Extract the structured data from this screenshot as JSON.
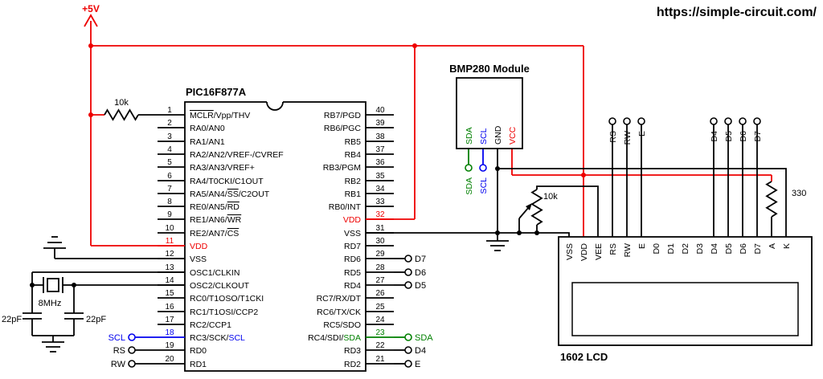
{
  "site_url": "https://simple-circuit.com/",
  "colors": {
    "black": "#000000",
    "red": "#ee0000",
    "green": "#008000",
    "blue": "#0000ee"
  },
  "labels": {
    "supply": "+5V",
    "mclr_resistor": "10k",
    "contrast_pot": "10k",
    "backlight_resistor": "330",
    "crystal": "8MHz",
    "cap_left": "22pF",
    "cap_right": "22pF"
  },
  "mcu": {
    "title": "PIC16F877A",
    "left_pins": [
      {
        "n": "1",
        "segs": [
          {
            "t": "MCLR",
            "o": true
          },
          {
            "t": "/Vpp/THV"
          }
        ]
      },
      {
        "n": "2",
        "segs": [
          {
            "t": "RA0/AN0"
          }
        ]
      },
      {
        "n": "3",
        "segs": [
          {
            "t": "RA1/AN1"
          }
        ]
      },
      {
        "n": "4",
        "segs": [
          {
            "t": "RA2/AN2/VREF-/CVREF"
          }
        ]
      },
      {
        "n": "5",
        "segs": [
          {
            "t": "RA3/AN3/VREF+"
          }
        ]
      },
      {
        "n": "6",
        "segs": [
          {
            "t": "RA4/T0CKI/C1OUT"
          }
        ]
      },
      {
        "n": "7",
        "segs": [
          {
            "t": "RA5/AN4/"
          },
          {
            "t": "SS",
            "o": true
          },
          {
            "t": "/C2OUT"
          }
        ]
      },
      {
        "n": "8",
        "segs": [
          {
            "t": "RE0/AN5/"
          },
          {
            "t": "RD",
            "o": true
          }
        ]
      },
      {
        "n": "9",
        "segs": [
          {
            "t": "RE1/AN6/"
          },
          {
            "t": "WR",
            "o": true
          }
        ]
      },
      {
        "n": "10",
        "segs": [
          {
            "t": "RE2/AN7/"
          },
          {
            "t": "CS",
            "o": true
          }
        ]
      },
      {
        "n": "11",
        "nc": "red",
        "wc": "red",
        "segs": [
          {
            "t": "VDD",
            "c": "red"
          }
        ]
      },
      {
        "n": "12",
        "segs": [
          {
            "t": "VSS"
          }
        ]
      },
      {
        "n": "13",
        "segs": [
          {
            "t": "OSC1/CLKIN"
          }
        ]
      },
      {
        "n": "14",
        "segs": [
          {
            "t": "OSC2/CLKOUT"
          }
        ]
      },
      {
        "n": "15",
        "segs": [
          {
            "t": "RC0/T1OSO/T1CKI"
          }
        ]
      },
      {
        "n": "16",
        "segs": [
          {
            "t": "RC1/T1OSI/CCP2"
          }
        ]
      },
      {
        "n": "17",
        "segs": [
          {
            "t": "RC2/CCP1"
          }
        ]
      },
      {
        "n": "18",
        "nc": "blue",
        "wc": "blue",
        "segs": [
          {
            "t": "RC3/SCK/"
          },
          {
            "t": "SCL",
            "c": "blue"
          }
        ]
      },
      {
        "n": "19",
        "segs": [
          {
            "t": "RD0"
          }
        ]
      },
      {
        "n": "20",
        "segs": [
          {
            "t": "RD1"
          }
        ]
      }
    ],
    "right_pins": [
      {
        "n": "40",
        "segs": [
          {
            "t": "RB7/PGD"
          }
        ]
      },
      {
        "n": "39",
        "segs": [
          {
            "t": "RB6/PGC"
          }
        ]
      },
      {
        "n": "38",
        "segs": [
          {
            "t": "RB5"
          }
        ]
      },
      {
        "n": "37",
        "segs": [
          {
            "t": "RB4"
          }
        ]
      },
      {
        "n": "36",
        "segs": [
          {
            "t": "RB3/PGM"
          }
        ]
      },
      {
        "n": "35",
        "segs": [
          {
            "t": "RB2"
          }
        ]
      },
      {
        "n": "34",
        "segs": [
          {
            "t": "RB1"
          }
        ]
      },
      {
        "n": "33",
        "segs": [
          {
            "t": "RB0/INT"
          }
        ]
      },
      {
        "n": "32",
        "nc": "red",
        "wc": "red",
        "segs": [
          {
            "t": "VDD",
            "c": "red"
          }
        ]
      },
      {
        "n": "31",
        "segs": [
          {
            "t": "VSS"
          }
        ]
      },
      {
        "n": "30",
        "segs": [
          {
            "t": "RD7"
          }
        ]
      },
      {
        "n": "29",
        "segs": [
          {
            "t": "RD6"
          }
        ]
      },
      {
        "n": "28",
        "segs": [
          {
            "t": "RD5"
          }
        ]
      },
      {
        "n": "27",
        "segs": [
          {
            "t": "RD4"
          }
        ]
      },
      {
        "n": "26",
        "segs": [
          {
            "t": "RC7/RX/DT"
          }
        ]
      },
      {
        "n": "25",
        "segs": [
          {
            "t": "RC6/TX/CK"
          }
        ]
      },
      {
        "n": "24",
        "segs": [
          {
            "t": "RC5/SDO"
          }
        ]
      },
      {
        "n": "23",
        "nc": "green",
        "wc": "green",
        "segs": [
          {
            "t": "RC4/SDI/"
          },
          {
            "t": "SDA",
            "c": "green"
          }
        ]
      },
      {
        "n": "22",
        "segs": [
          {
            "t": "RD3"
          }
        ]
      },
      {
        "n": "21",
        "segs": [
          {
            "t": "RD2"
          }
        ]
      }
    ]
  },
  "nets": {
    "left": [
      {
        "label": "SCL",
        "c": "blue",
        "pin": 18
      },
      {
        "label": "RS",
        "pin": 19
      },
      {
        "label": "RW",
        "pin": 20
      }
    ],
    "right": [
      {
        "label": "D7",
        "pin": 29
      },
      {
        "label": "D6",
        "pin": 28
      },
      {
        "label": "D5",
        "pin": 27
      },
      {
        "label": "SDA",
        "c": "green",
        "pin": 23
      },
      {
        "label": "D4",
        "pin": 22
      },
      {
        "label": "E",
        "pin": 21
      }
    ]
  },
  "bmp": {
    "title": "BMP280 Module",
    "pins": [
      {
        "label": "SDA",
        "c": "green"
      },
      {
        "label": "SCL",
        "c": "blue"
      },
      {
        "label": "GND",
        "c": "black"
      },
      {
        "label": "VCC",
        "c": "red"
      }
    ],
    "breakout": [
      {
        "label": "SDA",
        "c": "green"
      },
      {
        "label": "SCL",
        "c": "blue"
      }
    ]
  },
  "lcd": {
    "title": "1602 LCD",
    "pins": [
      "VSS",
      "VDD",
      "VEE",
      "RS",
      "RW",
      "E",
      "D0",
      "D1",
      "D2",
      "D3",
      "D4",
      "D5",
      "D6",
      "D7",
      "A",
      "K"
    ],
    "net_labels": [
      "RS",
      "RW",
      "E",
      "D4",
      "D5",
      "D6",
      "D7"
    ]
  }
}
